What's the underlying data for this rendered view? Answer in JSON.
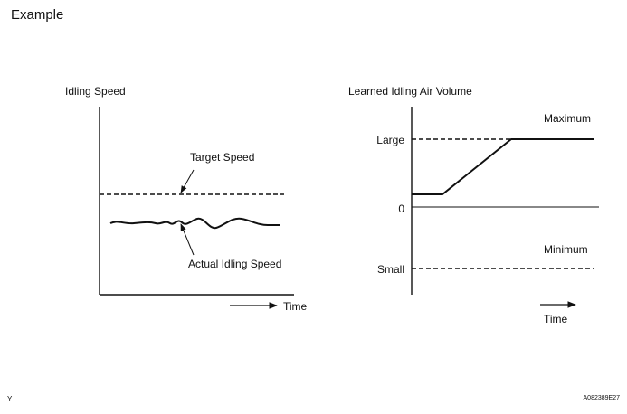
{
  "page": {
    "title": "Example",
    "footer_left": "Y",
    "footer_right": "A082389E27"
  },
  "left_chart": {
    "title": "Idling Speed",
    "x_label": "Time",
    "target_label": "Target Speed",
    "actual_label": "Actual Idling Speed"
  },
  "right_chart": {
    "title": "Learned Idling Air Volume",
    "x_label": "Time",
    "label_large": "Large",
    "label_zero": "0",
    "label_small": "Small",
    "label_maximum": "Maximum",
    "label_minimum": "Minimum"
  }
}
